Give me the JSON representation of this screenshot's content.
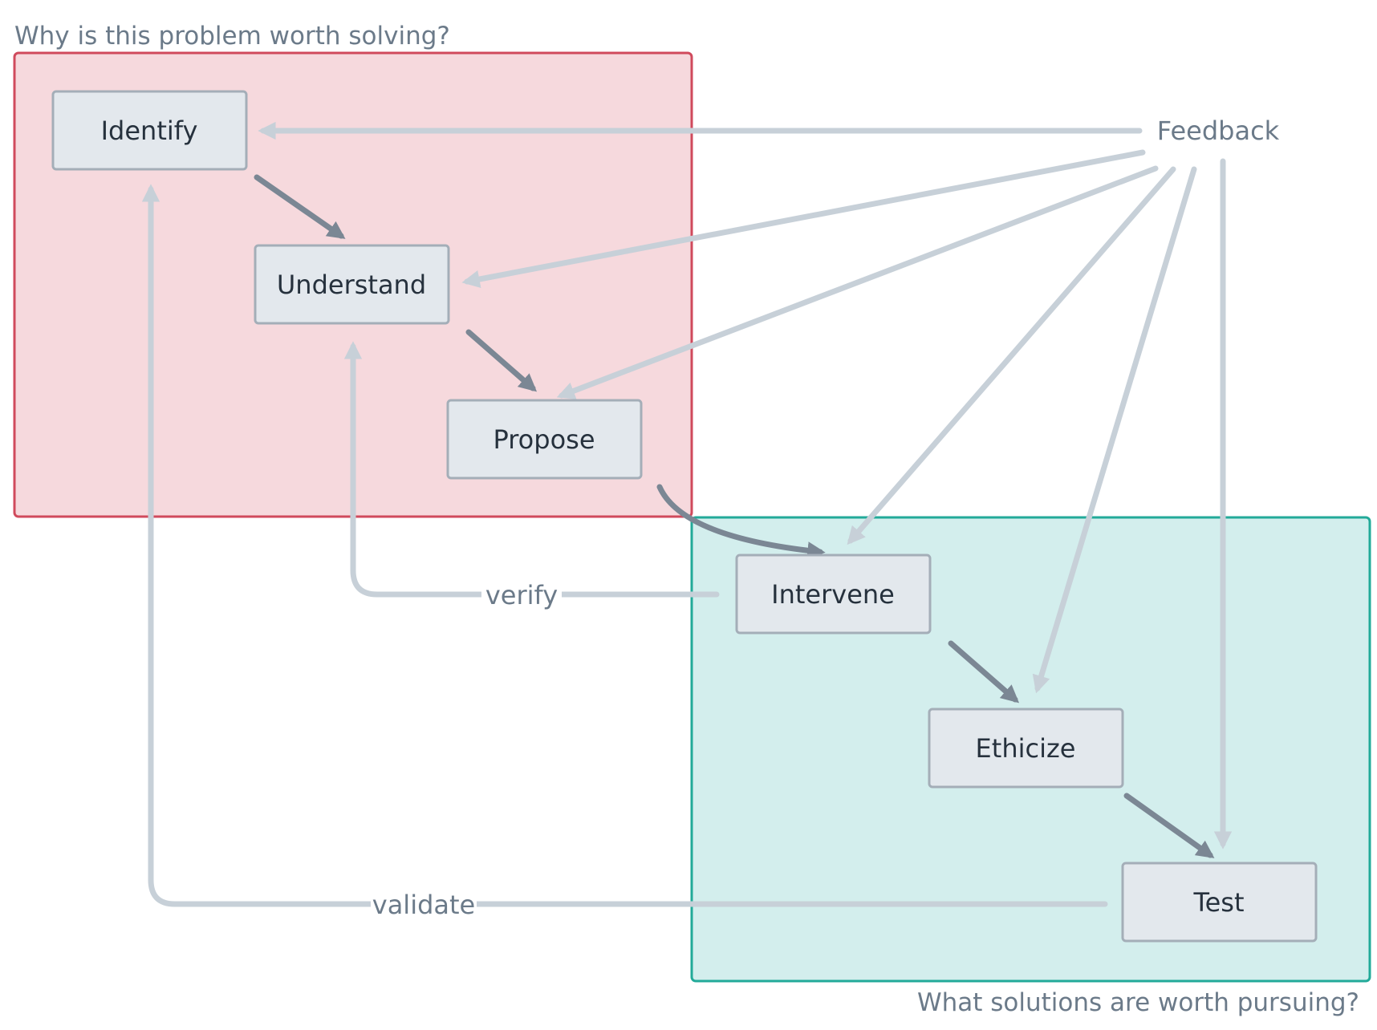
{
  "groups": {
    "problem": {
      "label": "Why is this problem worth solving?",
      "fill": "#f6d9dd",
      "stroke": "#d04a5c"
    },
    "solution": {
      "label": "What solutions are worth pursuing?",
      "fill": "#d3eeed",
      "stroke": "#22aa99"
    }
  },
  "nodes": {
    "identify": "Identify",
    "understand": "Understand",
    "propose": "Propose",
    "intervene": "Intervene",
    "ethicize": "Ethicize",
    "test": "Test"
  },
  "feedback": {
    "label": "Feedback"
  },
  "edges": [
    {
      "from": "Identify",
      "to": "Understand"
    },
    {
      "from": "Understand",
      "to": "Propose"
    },
    {
      "from": "Propose",
      "to": "Intervene"
    },
    {
      "from": "Intervene",
      "to": "Ethicize"
    },
    {
      "from": "Ethicize",
      "to": "Test"
    },
    {
      "from": "Intervene",
      "to": "Understand",
      "label": "verify"
    },
    {
      "from": "Test",
      "to": "Identify",
      "label": "validate"
    },
    {
      "from": "Feedback",
      "to": "Identify"
    },
    {
      "from": "Feedback",
      "to": "Understand"
    },
    {
      "from": "Feedback",
      "to": "Propose"
    },
    {
      "from": "Feedback",
      "to": "Intervene"
    },
    {
      "from": "Feedback",
      "to": "Ethicize"
    },
    {
      "from": "Feedback",
      "to": "Test"
    }
  ],
  "edge_labels": {
    "verify": "verify",
    "validate": "validate"
  },
  "colors": {
    "node_fill": "#e3e8ed",
    "node_stroke": "#a4aeb8",
    "main_edge": "#7b8794",
    "feedback_edge": "#c7d0d8",
    "muted_text": "#6b7a89",
    "node_text": "#26313d"
  }
}
